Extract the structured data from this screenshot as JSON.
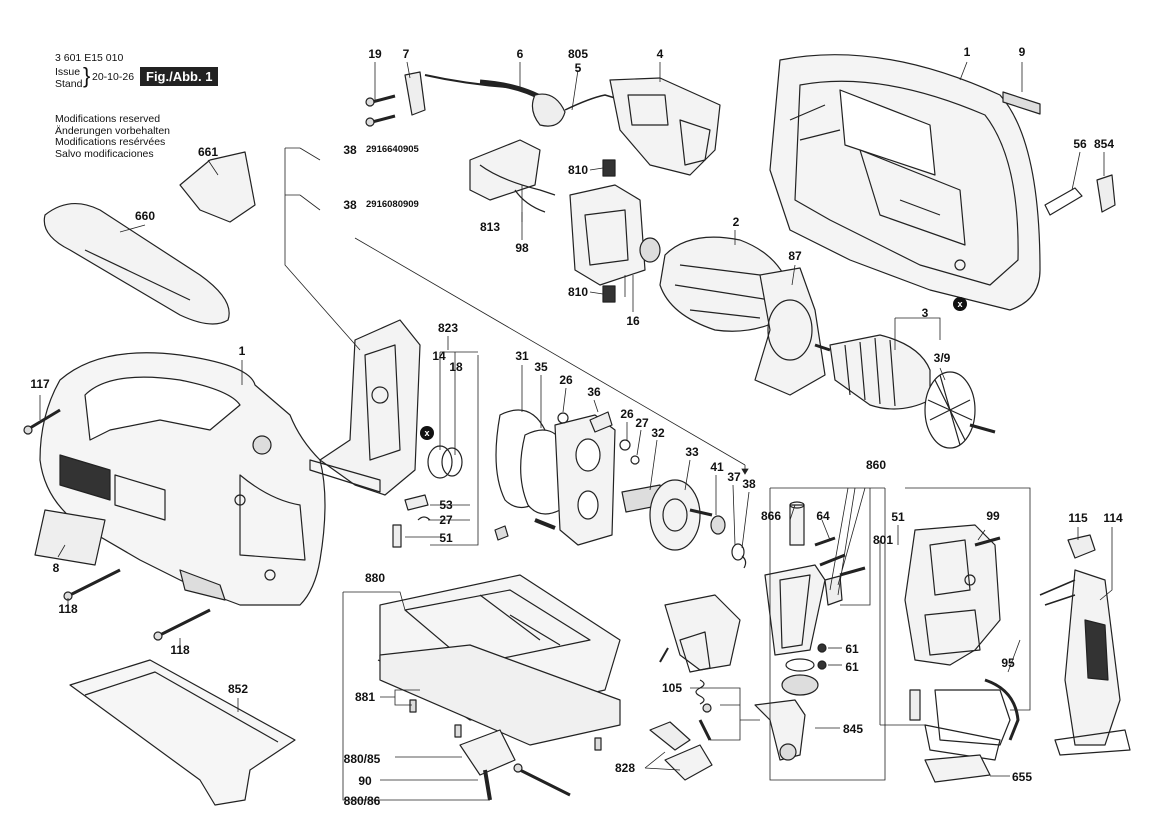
{
  "header": {
    "doc_number": "3 601 E15 010",
    "issue_word": "Issue",
    "stand_word": "Stand",
    "date": "20-10-26",
    "figure": "Fig./Abb. 1"
  },
  "modifications": [
    "Modifications reserved",
    "Änderungen vorbehalten",
    "Modifications resérvées",
    "Salvo modificaciones"
  ],
  "part_numbers": {
    "seal_38_a": "2916640905",
    "seal_38_b": "2916080909"
  },
  "marker": "x",
  "callouts": {
    "c19": "19",
    "c7": "7",
    "c6": "6",
    "c805": "805",
    "c5": "5",
    "c4": "4",
    "c1_housing": "1",
    "c9": "9",
    "c56": "56",
    "c854": "854",
    "c661": "661",
    "c660": "660",
    "c38_a": "38",
    "c38_b": "38",
    "c810_a": "810",
    "c810_b": "810",
    "c813": "813",
    "c98": "98",
    "c16": "16",
    "c2": "2",
    "c87": "87",
    "c3": "3",
    "c3_9": "3/9",
    "c1_shell": "1",
    "c117": "117",
    "c8": "8",
    "c118_a": "118",
    "c118_b": "118",
    "c823": "823",
    "c14": "14",
    "c18": "18",
    "c53": "53",
    "c27_a": "27",
    "c51_a": "51",
    "c31": "31",
    "c35": "35",
    "c26_a": "26",
    "c36": "36",
    "c26_b": "26",
    "c27_b": "27",
    "c32": "32",
    "c33": "33",
    "c41": "41",
    "c37": "37",
    "c38_c": "38",
    "c860": "860",
    "c866": "866",
    "c64": "64",
    "c51_b": "51",
    "c801": "801",
    "c99": "99",
    "c115": "115",
    "c114": "114",
    "c61_a": "61",
    "c61_b": "61",
    "c95": "95",
    "c105": "105",
    "c845": "845",
    "c828": "828",
    "c655": "655",
    "c880": "880",
    "c881": "881",
    "c880_85": "880/85",
    "c90": "90",
    "c880_86": "880/86",
    "c852": "852"
  }
}
